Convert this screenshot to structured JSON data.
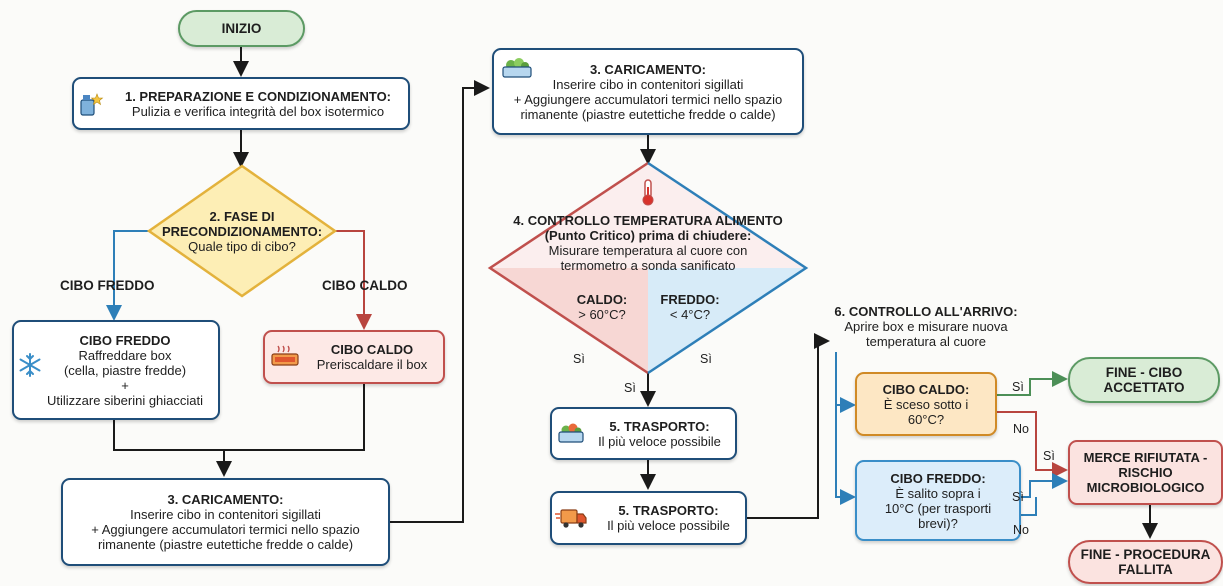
{
  "start": "INIZIO",
  "step1": {
    "title": "1. PREPARAZIONE E CONDIZIONAMENTO:",
    "body": "Pulizia e verifica integrità del box isotermico"
  },
  "step2": {
    "title_l1": "2. FASE DI",
    "title_l2": "PRECONDIZIONAMENTO:",
    "body": "Quale tipo di cibo?"
  },
  "branch_cold_label": "CIBO FREDDO",
  "branch_hot_label": "CIBO CALDO",
  "cold_box": {
    "title": "CIBO FREDDO",
    "l1": "Raffreddare box",
    "l2": "(cella, piastre fredde)",
    "plus": "+",
    "l3": "Utilizzare siberini ghiacciati"
  },
  "hot_box": {
    "title": "CIBO CALDO",
    "body": "Preriscaldare il box"
  },
  "step3_left": {
    "title": "3. CARICAMENTO:",
    "l1": "Inserire cibo in contenitori sigillati",
    "l2": "+ Aggiungere accumulatori termici nello spazio",
    "l3": "rimanente (piastre eutettiche fredde o calde)"
  },
  "step3_top": {
    "title": "3. CARICAMENTO:",
    "l1": "Inserire cibo in contenitori sigillati",
    "l2": "+ Aggiungere accumulatori termici nello spazio",
    "l3": "rimanente (piastre eutettiche fredde o calde)"
  },
  "step4": {
    "title_l1": "4. CONTROLLO TEMPERATURA ALIMENTO",
    "title_l2": "(Punto Critico) prima di chiudere:",
    "l1": "Misurare temperatura al cuore con",
    "l2": "termometro a sonda sanificato",
    "hot_label": "CALDO:",
    "hot_cond": "> 60°C?",
    "cold_label": "FREDDO:",
    "cold_cond": "< 4°C?"
  },
  "yes": "Sì",
  "no": "No",
  "step5a": {
    "title": "5. TRASPORTO:",
    "body": "Il più veloce possibile"
  },
  "step5b": {
    "title": "5. TRASPORTO:",
    "body": "Il più veloce possibile"
  },
  "step6": {
    "title": "6. CONTROLLO ALL'ARRIVO:",
    "l1": "Aprire box e misurare nuova",
    "l2": "temperatura al cuore"
  },
  "check_hot": {
    "title": "CIBO CALDO:",
    "l1": "È sceso sotto i",
    "l2": "60°C?"
  },
  "check_cold": {
    "title": "CIBO FREDDO:",
    "l1": "È salito sopra i",
    "l2": "10°C (per trasporti",
    "l3": "brevi)?"
  },
  "end_ok": {
    "l1": "FINE - CIBO",
    "l2": "ACCETTATO"
  },
  "rejected": {
    "l1": "MERCE RIFIUTATA -",
    "l2": "RISCHIO",
    "l3": "MICROBIOLOGICO"
  },
  "end_fail": {
    "l1": "FINE - PROCEDURA",
    "l2": "FALLITA"
  },
  "colors": {
    "navy": "#1f4e79",
    "green": "#5c9a64",
    "red": "#c0504d",
    "orange": "#d08a26",
    "blue": "#3a8ec8",
    "diamond_yellow": "#fdeeb5",
    "diamond_red": "#f7d7d4",
    "diamond_blue": "#d7ebf8"
  }
}
